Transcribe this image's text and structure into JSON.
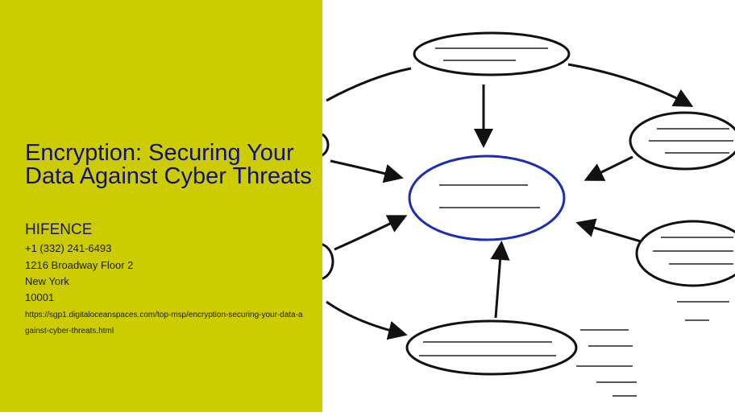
{
  "title": "Encryption: Securing Your Data Against Cyber Threats",
  "company": "HIFENCE",
  "phone": "+1 (332) 241-6493",
  "address": "1216 Broadway Floor 2",
  "city": "New York",
  "zip": "10001",
  "url": "https://sgp1.digitaloceanspaces.com/top-msp/encryption-securing-your-data-against-cyber-threats.html",
  "colors": {
    "panel": "#cdcc00",
    "title": "#10107a",
    "center_ring": "#1b2fb0"
  }
}
